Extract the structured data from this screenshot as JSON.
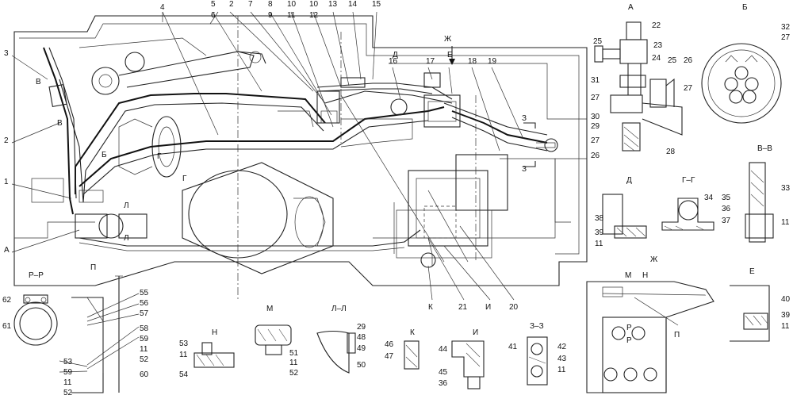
{
  "callouts": {
    "top": [
      "4",
      "5",
      "6",
      "2",
      "7",
      "8",
      "9",
      "10",
      "11",
      "10",
      "12",
      "13",
      "14",
      "15",
      "16",
      "17",
      "18",
      "19"
    ],
    "left": [
      "3",
      "2",
      "1",
      "А"
    ],
    "bottom": [
      "К",
      "21",
      "И",
      "20"
    ],
    "center": [
      "Д",
      "Е",
      "Ж",
      "З",
      "З",
      "В",
      "В",
      "Б",
      "Г",
      "Г",
      "Л",
      "Л"
    ]
  },
  "view_a": {
    "title": "А",
    "labels": [
      "22",
      "25",
      "23",
      "31",
      "24",
      "25",
      "26",
      "27",
      "27",
      "30",
      "29",
      "27",
      "26",
      "28"
    ]
  },
  "view_b": {
    "title": "Б",
    "labels": [
      "32",
      "27"
    ]
  },
  "view_vv": {
    "title": "В–В",
    "labels": [
      "33",
      "11"
    ]
  },
  "view_d": {
    "title": "Д",
    "labels": [
      "38",
      "39",
      "11"
    ]
  },
  "view_gg": {
    "title": "Г–Г",
    "labels": [
      "34",
      "35",
      "36",
      "37"
    ]
  },
  "view_zh": {
    "title": "Ж",
    "labels": [
      "М",
      "Н",
      "Р",
      "Р",
      "П"
    ]
  },
  "view_e": {
    "title": "Е",
    "labels": [
      "40",
      "39",
      "11"
    ]
  },
  "view_rr": {
    "title": "Р–Р",
    "labels": [
      "62",
      "61"
    ]
  },
  "view_p": {
    "title": "П",
    "labels": [
      "55",
      "56",
      "57",
      "58",
      "59",
      "11",
      "52",
      "53",
      "59",
      "11",
      "52",
      "60"
    ]
  },
  "view_n": {
    "title": "Н",
    "labels": [
      "53",
      "11",
      "54"
    ]
  },
  "view_m": {
    "title": "М",
    "labels": [
      "51",
      "11",
      "52"
    ]
  },
  "view_ll": {
    "title": "Л–Л",
    "labels": [
      "29",
      "48",
      "49",
      "50"
    ]
  },
  "view_k": {
    "title": "К",
    "labels": [
      "46",
      "47"
    ]
  },
  "view_i": {
    "title": "И",
    "labels": [
      "44",
      "45",
      "36"
    ]
  },
  "view_zz": {
    "title": "З–З",
    "labels": [
      "41",
      "42",
      "43",
      "11"
    ]
  }
}
